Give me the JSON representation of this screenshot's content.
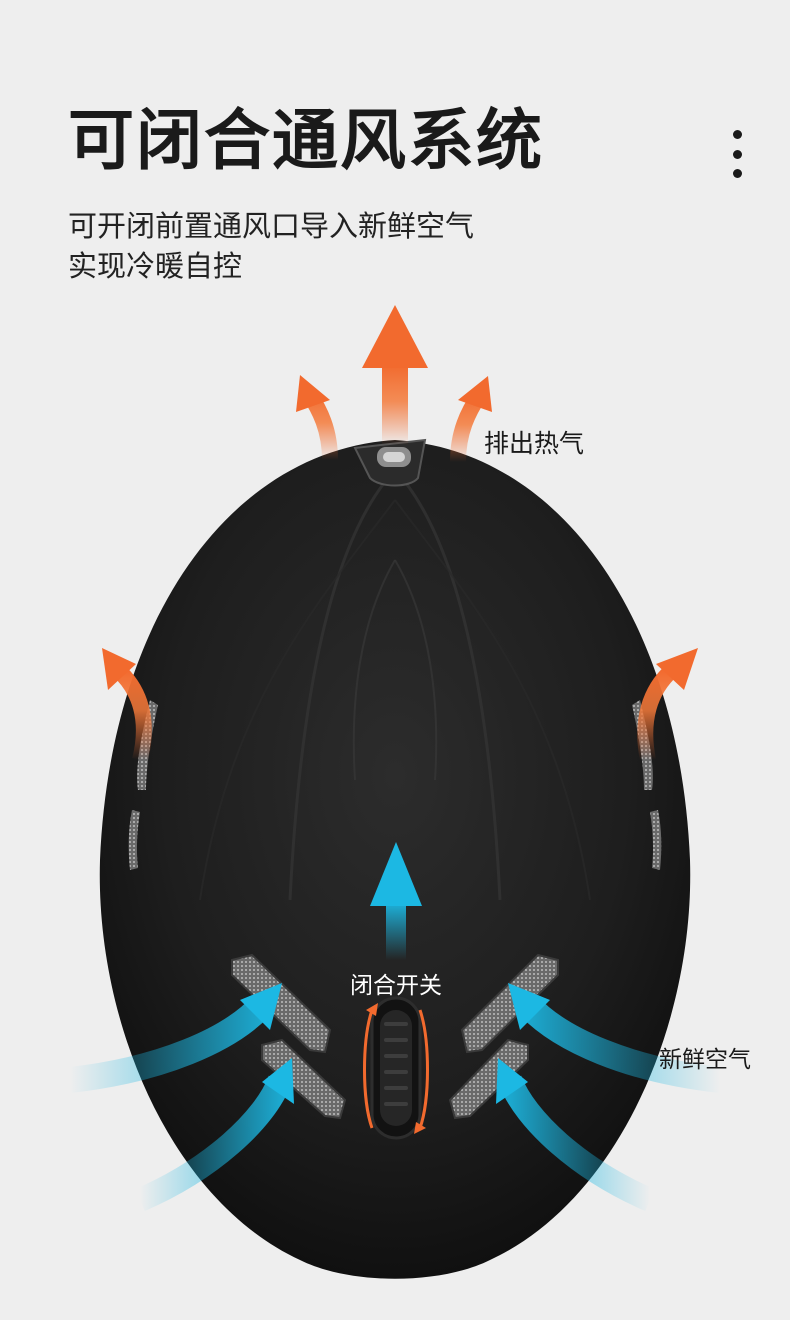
{
  "header": {
    "title": "可闭合通风系统",
    "subtitle_line1": "可开闭前置通风口导入新鲜空气",
    "subtitle_line2": "实现冷暖自控"
  },
  "labels": {
    "exhaust": "排出热气",
    "switch": "闭合开关",
    "fresh_air": "新鲜空气"
  },
  "colors": {
    "background": "#eeeeee",
    "hot_air": "#f26a2e",
    "cool_air": "#1cb8e3",
    "helmet": "#1b1b1b",
    "switch_accent": "#f26a2e"
  },
  "icons": {
    "menu": "more-vertical-icon"
  }
}
